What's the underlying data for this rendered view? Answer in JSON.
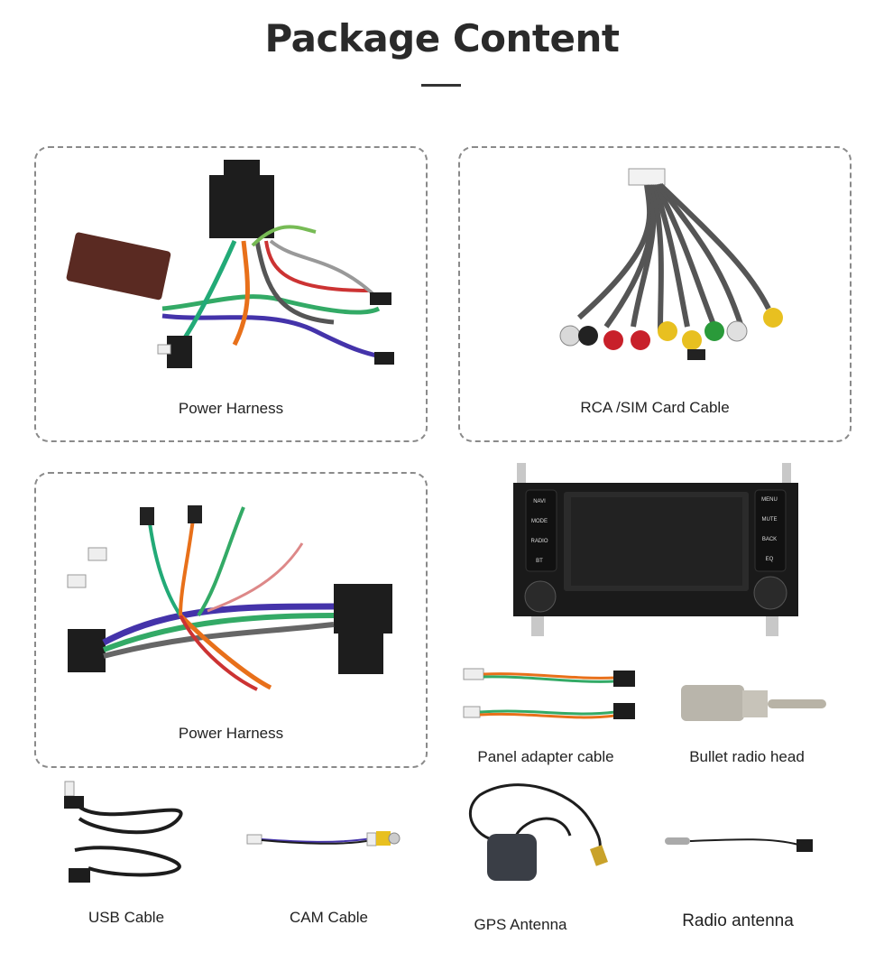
{
  "title": "Package Content",
  "items": [
    {
      "label": "Power Harness"
    },
    {
      "label": "RCA /SIM Card Cable"
    },
    {
      "label": "Power Harness"
    },
    {
      "label": "Panel adapter cable"
    },
    {
      "label": "Bullet radio head"
    },
    {
      "label": "USB Cable"
    },
    {
      "label": "CAM Cable"
    },
    {
      "label": "GPS Antenna"
    },
    {
      "label": "Radio antenna"
    }
  ],
  "head_unit": {
    "left_buttons": [
      "NAVI",
      "MODE",
      "RADIO",
      "BT"
    ],
    "right_buttons": [
      "MENU",
      "MUTE",
      "BACK",
      "EQ"
    ]
  },
  "colors": {
    "border": "#8a8a8a",
    "title": "#2a2a2a",
    "accent_bar": "#333333"
  }
}
